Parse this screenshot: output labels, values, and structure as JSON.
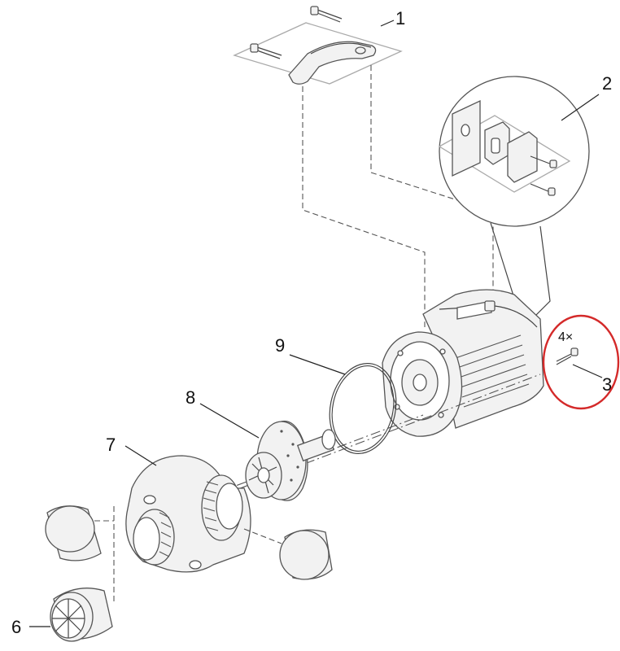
{
  "labels": {
    "p1": "1",
    "p2": "2",
    "p3": "3",
    "p6": "6",
    "p7": "7",
    "p8": "8",
    "p9": "9",
    "qty3": "4×"
  },
  "colors": {
    "line": "#555555",
    "highlight_circle": "#d42a2a",
    "fill": "#f2f2f2"
  }
}
